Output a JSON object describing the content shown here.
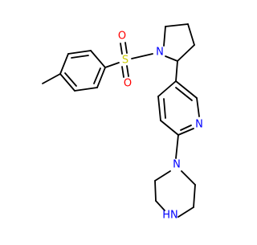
{
  "molecule": {
    "atom_labels": {
      "sulfur": "S",
      "oxygen_top": "O",
      "oxygen_bottom": "O",
      "pyrrolidine_nitrogen": "N",
      "pyridine_nitrogen": "N",
      "piperazine_nitrogen_aryl": "N",
      "piperazine_nitrogen_h": "HN"
    },
    "colors": {
      "bond": "#000000",
      "sulfur": "#CCCC00",
      "oxygen": "#FF0000",
      "nitrogen": "#0000FF"
    }
  }
}
